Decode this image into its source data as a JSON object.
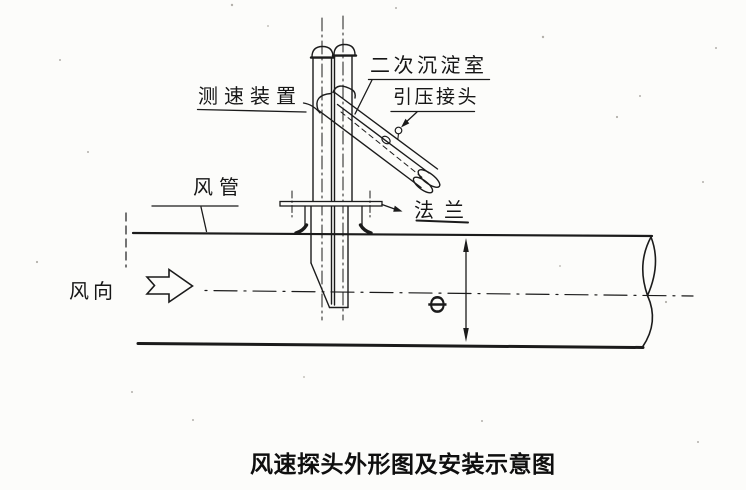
{
  "figure": {
    "caption": "风速探头外形图及安装示意图",
    "labels": {
      "speed_device": "测速装置",
      "secondary_chamber": "二次沉淀室",
      "pressure_tap": "引压接头",
      "duct": "风管",
      "flange": "法兰",
      "wind_direction": "风向",
      "diameter_symbol": "Φ"
    },
    "colors": {
      "ink": "#1b1b1b",
      "paper": "#fcfcfa"
    }
  }
}
